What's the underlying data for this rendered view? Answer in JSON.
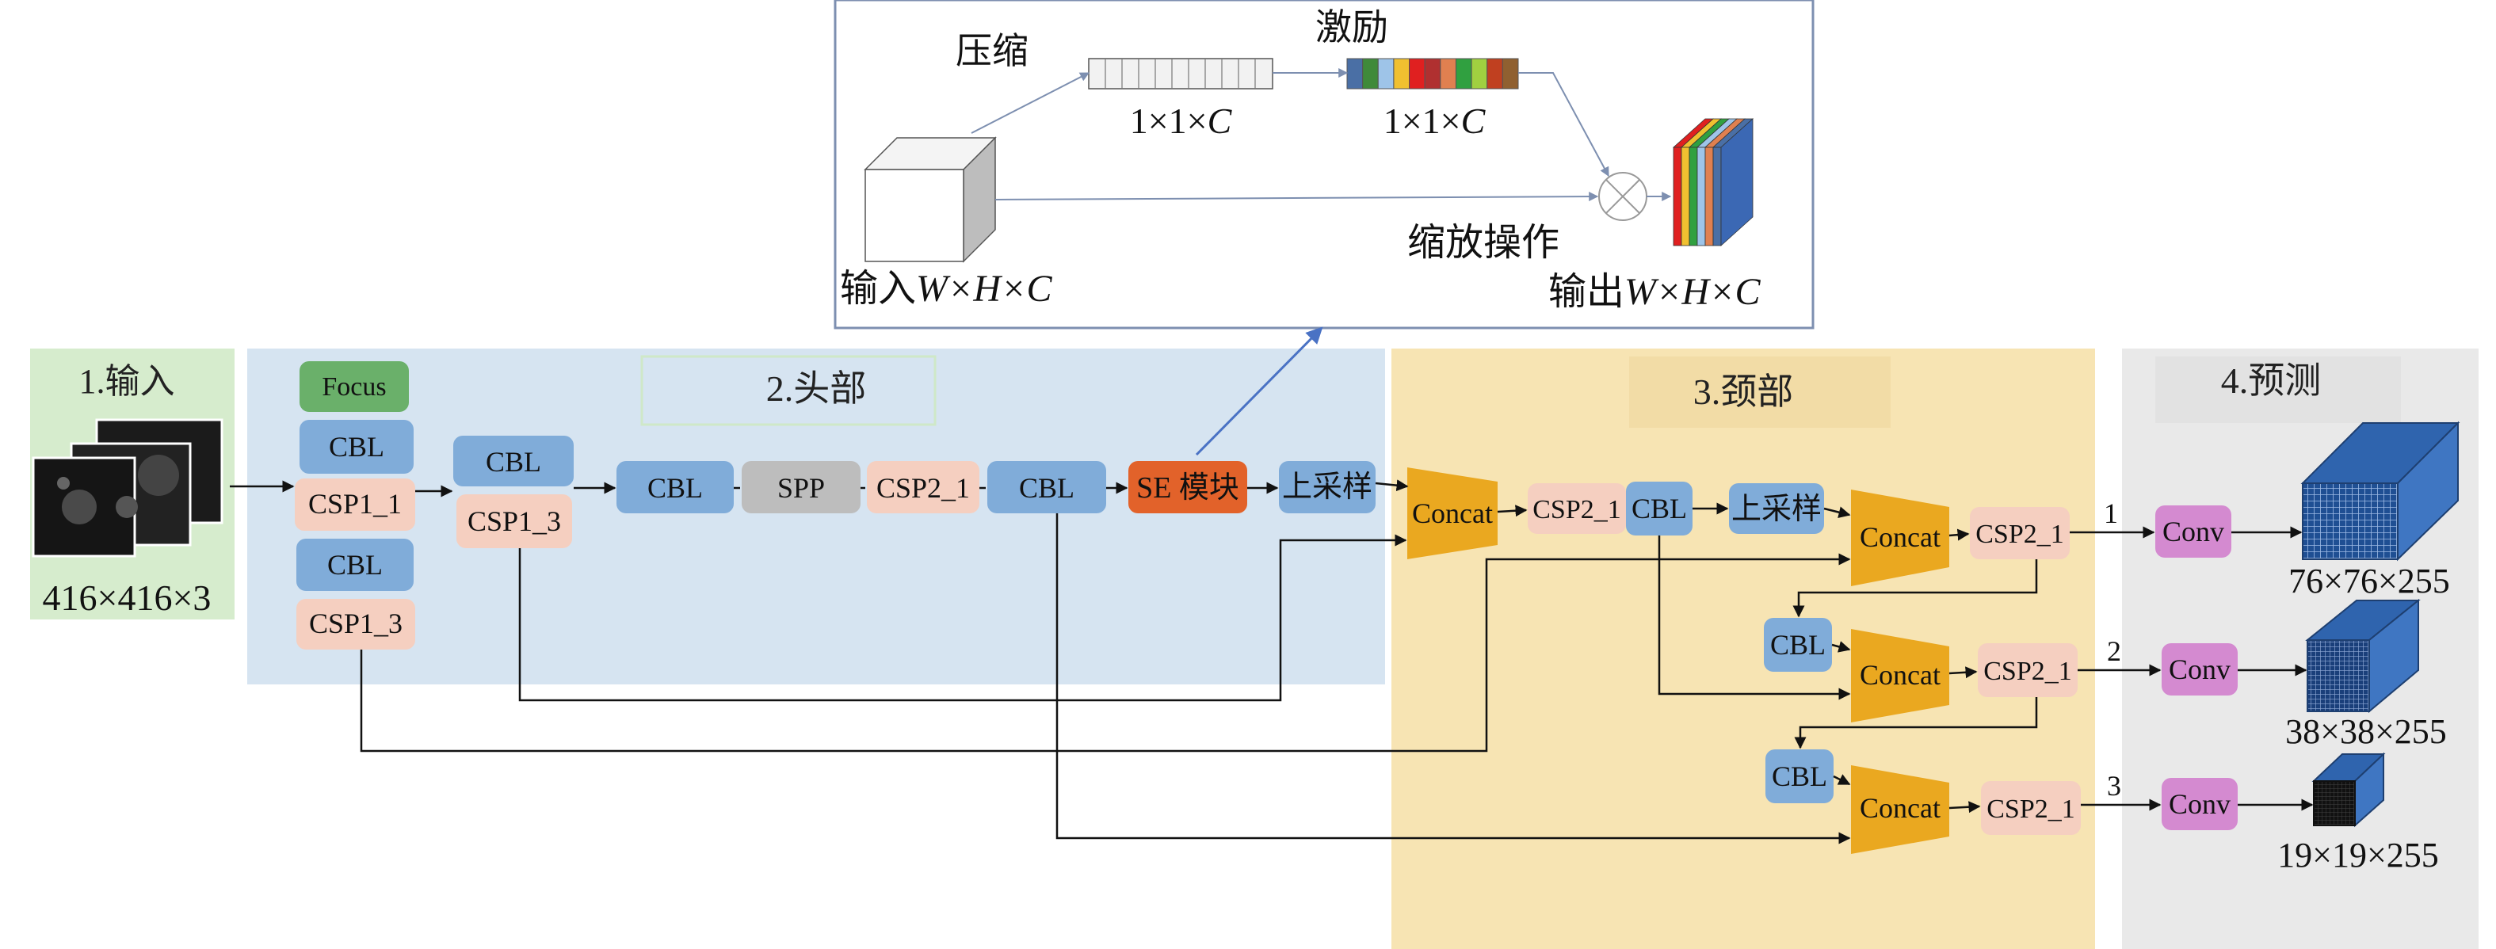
{
  "sections": {
    "input": "1.输入",
    "head": "2.头部",
    "neck": "3.颈部",
    "predict": "4.预测"
  },
  "input_size": "416×416×3",
  "se_detail": {
    "squeeze": "压缩",
    "excitation": "激励",
    "squeeze_dim": "1×1×C",
    "excitation_dim": "1×1×C",
    "scale_op": "缩放操作",
    "input_prefix": "输入",
    "output_prefix": "输出",
    "shape_dims": "W×H×C",
    "bar_colors": [
      "#4a6fa5",
      "#3f8a3a",
      "#9ec4e8",
      "#f0c030",
      "#e02020",
      "#b03030",
      "#e08050",
      "#30a040",
      "#a0d040",
      "#c04020",
      "#906030"
    ]
  },
  "blocks": {
    "focus": "Focus",
    "cbl": "CBL",
    "csp1_1": "CSP1_1",
    "csp1_3": "CSP1_3",
    "spp": "SPP",
    "csp2_1": "CSP2_1",
    "se": "SE 模块",
    "upsample": "上采样",
    "concat": "Concat",
    "conv": "Conv"
  },
  "outputs": [
    {
      "index": "1",
      "size": "76×76×255"
    },
    {
      "index": "2",
      "size": "38×38×255"
    },
    {
      "index": "3",
      "size": "19×19×255"
    }
  ],
  "colors": {
    "input_bg": "#d6eccd",
    "head_bg": "#d6e4f1",
    "neck_bg": "#f7e4b3",
    "predict_bg": "#e9e9e9",
    "focus": "#6ab06a",
    "cbl": "#80acd9",
    "csp": "#f5cfc0",
    "spp": "#bdbdbd",
    "se": "#e2622a",
    "concat": "#eaa820",
    "conv": "#d48ad0",
    "cube": "#2f64ae"
  }
}
